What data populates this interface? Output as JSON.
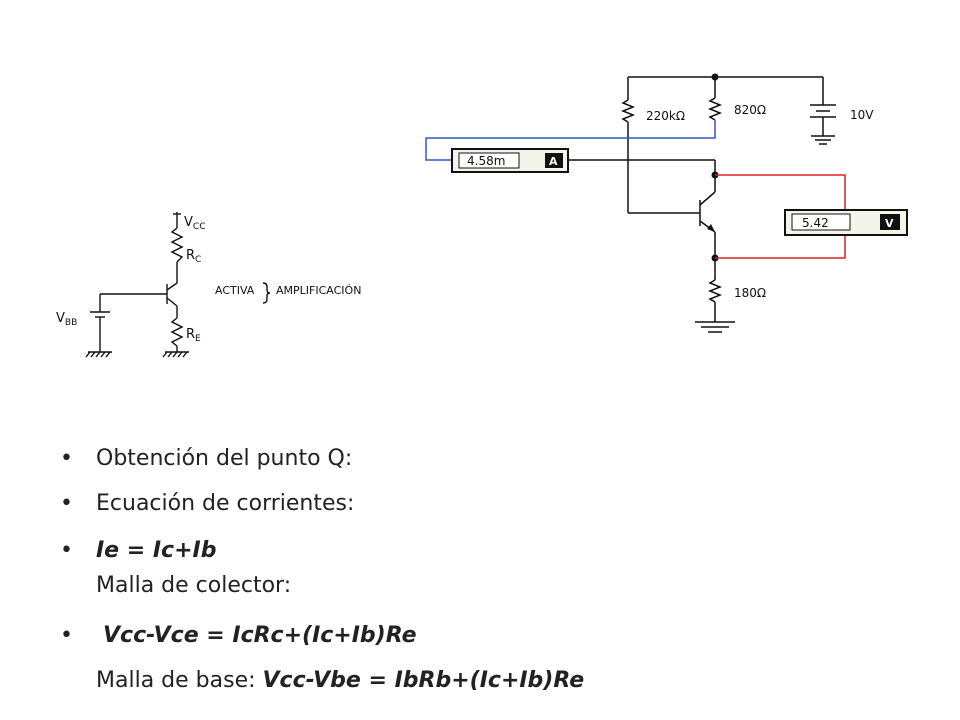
{
  "left_schematic": {
    "vcc": "V",
    "vcc_sub": "CC",
    "rc": "R",
    "rc_sub": "C",
    "re": "R",
    "re_sub": "E",
    "vbb": "V",
    "vbb_sub": "BB",
    "region_label": "ACTIVA",
    "region_desc": "AMPLIFICACIÓN"
  },
  "right_schematic": {
    "r_base": "220kΩ",
    "r_collector": "820Ω",
    "supply": "10V",
    "r_emitter": "180Ω",
    "ammeter_value": "4.58m",
    "ammeter_unit": "A",
    "voltmeter_value": "5.42",
    "voltmeter_unit": "V",
    "wire_blue": "#3355cc",
    "wire_red": "#dd2222"
  },
  "bullets": {
    "item1": "Obtención del punto Q:",
    "item2": "Ecuación de corrientes:",
    "item3_eq": "Ie = Ic+Ib",
    "item3_sub": "Malla de colector:",
    "item4_eq": "Vcc-Vce = IcRc+(Ic+Ib)Re",
    "item5_label": "Malla de base: ",
    "item5_eq": "Vcc-Vbe = IbRb+(Ic+Ib)Re"
  }
}
